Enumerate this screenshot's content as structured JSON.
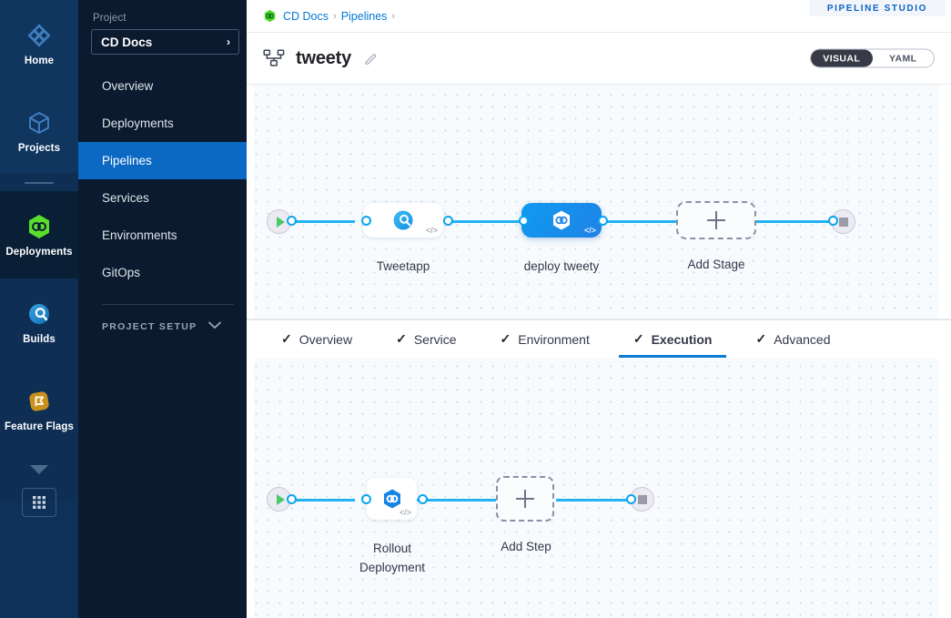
{
  "rail": {
    "items": [
      {
        "label": "Home",
        "icon": "home-diamond-icon",
        "active": false
      },
      {
        "label": "Projects",
        "icon": "cube-icon",
        "active": false
      },
      {
        "label": "Deployments",
        "icon": "deployments-hex-icon",
        "active": true
      },
      {
        "label": "Builds",
        "icon": "builds-circle-icon",
        "active": false
      },
      {
        "label": "Feature Flags",
        "icon": "feature-flags-icon",
        "active": false
      }
    ],
    "expand_icon": "caret-down-icon",
    "grid_icon": "grid-apps-icon"
  },
  "sidebar": {
    "section_label": "Project",
    "project_name": "CD Docs",
    "project_chevron": "›",
    "items": [
      {
        "label": "Overview",
        "active": false
      },
      {
        "label": "Deployments",
        "active": false
      },
      {
        "label": "Pipelines",
        "active": true
      },
      {
        "label": "Services",
        "active": false
      },
      {
        "label": "Environments",
        "active": false
      },
      {
        "label": "GitOps",
        "active": false
      }
    ],
    "setup_label": "PROJECT SETUP",
    "setup_chevron": "⌄"
  },
  "header": {
    "breadcrumbs": [
      {
        "label": "CD Docs",
        "sep": "›"
      },
      {
        "label": "Pipelines",
        "sep": "›"
      }
    ],
    "studio_badge": "PIPELINE STUDIO",
    "pipeline_title": "tweety",
    "edit_icon": "pencil-icon",
    "pipeline_icon": "pipeline-hierarchy-icon",
    "view_toggle": {
      "options": [
        "VISUAL",
        "YAML"
      ],
      "selected": "VISUAL"
    }
  },
  "stage_canvas": {
    "start_node": "start-play-node",
    "end_node": "end-stop-node",
    "stages": [
      {
        "name": "Tweetapp",
        "type": "build",
        "icon": "build-circle-icon",
        "selected": false,
        "code_badge": "</>"
      },
      {
        "name": "deploy tweety",
        "type": "deploy",
        "icon": "deploy-hex-icon",
        "selected": true,
        "code_badge": "</>"
      }
    ],
    "add_stage_label": "Add Stage",
    "add_icon": "plus-icon"
  },
  "tabs": [
    {
      "label": "Overview",
      "check": "✓",
      "active": false
    },
    {
      "label": "Service",
      "check": "✓",
      "active": false
    },
    {
      "label": "Environment",
      "check": "✓",
      "active": false
    },
    {
      "label": "Execution",
      "check": "✓",
      "active": true
    },
    {
      "label": "Advanced",
      "check": "✓",
      "active": false
    }
  ],
  "execution_canvas": {
    "start_node": "start-play-node",
    "end_node": "end-stop-node",
    "steps": [
      {
        "name": "Rollout Deployment",
        "icon": "harness-deploy-icon",
        "code_badge": "</>"
      }
    ],
    "add_step_label": "Add Step",
    "add_icon": "plus-icon"
  },
  "colors": {
    "accent_blue": "#0b69c4",
    "wire_blue": "#21b2f5",
    "selected_stage": "#1284ea",
    "rail_bg": "#10355f",
    "rail_active": "#091f36",
    "nav_bg": "#0b1a2e",
    "green": "#4bc86a"
  }
}
